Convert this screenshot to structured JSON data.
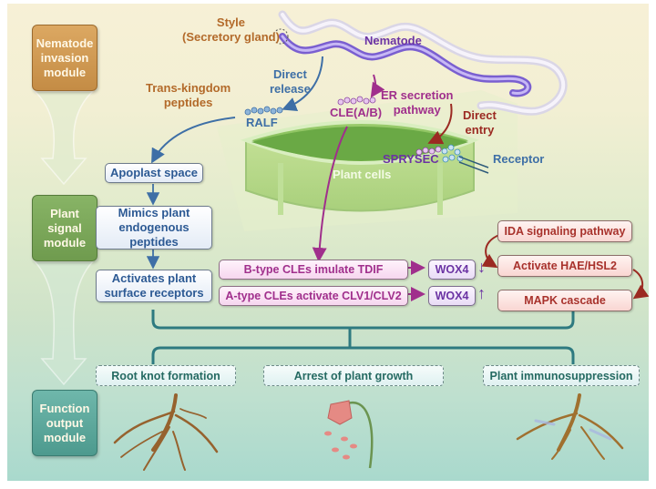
{
  "colors": {
    "nematode_module": "#c99046",
    "plant_module": "#76a255",
    "function_module": "#56a194",
    "blue_text": "#2d5a94",
    "magenta_text": "#a02f8c",
    "purple_text": "#6b33a3",
    "red_text": "#a8322c",
    "orange_text": "#b36a2a",
    "teal_text": "#256a62"
  },
  "modules": {
    "nematode": "Nematode invasion module",
    "plant_signal": "Plant signal module",
    "function_output": "Function output module"
  },
  "top_labels": {
    "style": "Style",
    "secretory_gland": "(Secretory gland)",
    "nematode": "Nematode",
    "trans_kingdom_1": "Trans-kingdom",
    "trans_kingdom_2": "peptides",
    "direct_release_1": "Direct",
    "direct_release_2": "release",
    "er_secretion_1": "ER secretion",
    "er_secretion_2": "pathway",
    "direct_entry_1": "Direct",
    "direct_entry_2": "entry",
    "ralf": "RALF",
    "cle": "CLE(A/B)",
    "sprysec": "SPRYSEC",
    "receptor": "Receptor",
    "plant_cells": "Plant cells"
  },
  "plant_signal_boxes": {
    "apoplast": "Apoplast space",
    "mimics": "Mimics plant endogenous peptides",
    "activates": "Activates plant surface receptors"
  },
  "cle_boxes": {
    "b_type": "B-type CLEs imulate TDIF",
    "a_type": "A-type CLEs activate CLV1/CLV2",
    "wox_top": "WOX4",
    "wox_top_arrow": "↓",
    "wox_bottom": "WOX4",
    "wox_bottom_arrow": "↑"
  },
  "ida_boxes": {
    "ida": "IDA signaling pathway",
    "hae": "Activate HAE/HSL2",
    "mapk": "MAPK cascade"
  },
  "outputs": {
    "root_knot": "Root knot formation",
    "arrest": "Arrest of plant growth",
    "immuno": "Plant immunosuppression"
  }
}
